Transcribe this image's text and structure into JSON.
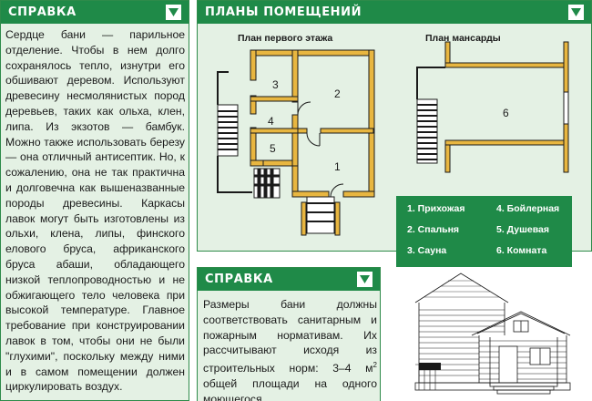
{
  "sidebar": {
    "title": "СПРАВКА",
    "text": "Сердце бани — парильное отделение. Чтобы в нем долго сохранялось тепло, изнутри его обшивают деревом. Используют древесину несмолянистых пород деревьев, таких как ольха, клен, липа. Из экзотов — бамбук. Можно также использовать березу — она отличный антисептик. Но, к сожалению, она не так практична и долговечна как вышеназванные породы древесины. Каркасы лавок могут быть изготовлены из ольхи, клена, липы, финского елового бруса, африканского бруса абаши, обладающего низкой теплопроводностью и не обжигающего тело человека при высокой температуре. Главное требование при конструировании лавок в том, чтобы они не были \"глухими\", поскольку между ними и в самом помещении должен циркулировать воздух."
  },
  "plans": {
    "title": "ПЛАНЫ ПОМЕЩЕНИЙ",
    "first_floor_title": "План первого этажа",
    "attic_title": "План мансарды",
    "room_numbers": [
      "1",
      "2",
      "3",
      "4",
      "5",
      "6"
    ],
    "legend": [
      "1. Прихожая",
      "2. Спальня",
      "3. Сауна",
      "4. Бойлерная",
      "5. Душевая",
      "6. Комната"
    ]
  },
  "note": {
    "title": "СПРАВКА",
    "text_before_sup": "Размеры бани должны соответствовать санитарным и пожарным нормативам. Их рассчитывают исходя из строительных норм: 3–4 м",
    "sup": "2",
    "text_after_sup": " общей площади на одного моющегося."
  },
  "colors": {
    "accent_green": "#1f8a48",
    "panel_bg": "#e4f1e4",
    "log_wall": "#e8b640"
  }
}
